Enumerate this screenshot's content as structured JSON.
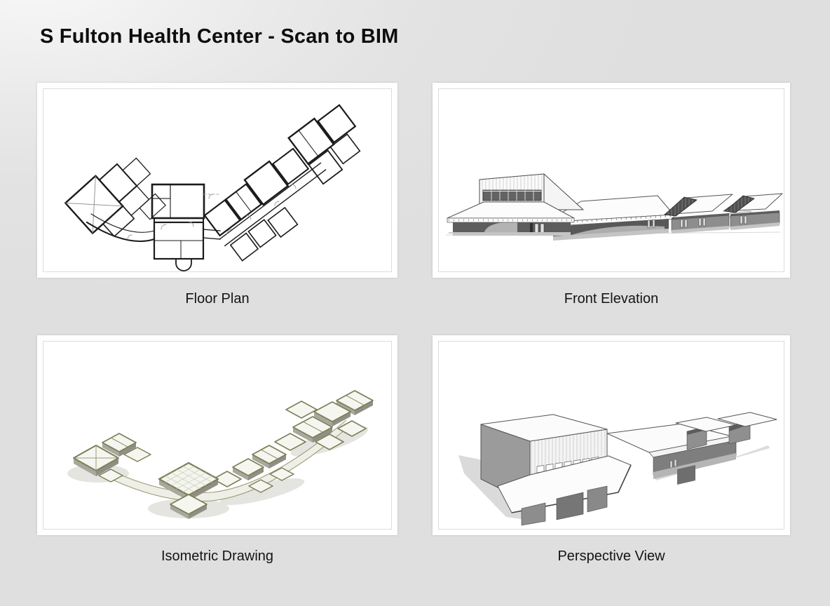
{
  "page": {
    "title": "S Fulton Health Center - Scan to BIM"
  },
  "panels": [
    {
      "id": "floor-plan",
      "caption": "Floor Plan"
    },
    {
      "id": "front-elevation",
      "caption": "Front Elevation"
    },
    {
      "id": "isometric-drawing",
      "caption": "Isometric Drawing"
    },
    {
      "id": "perspective-view",
      "caption": "Perspective View"
    }
  ],
  "colors": {
    "background": "#e3e3e3",
    "panel_background": "#ffffff",
    "panel_border": "#dcdcdc",
    "plan_ink": "#1b1b1b",
    "elevation_dark_wall": "#5d5d5d",
    "elevation_mid_gray": "#8d8d8d",
    "iso_olive": "#7e8058",
    "iso_wall_gray": "#8f8f86"
  }
}
